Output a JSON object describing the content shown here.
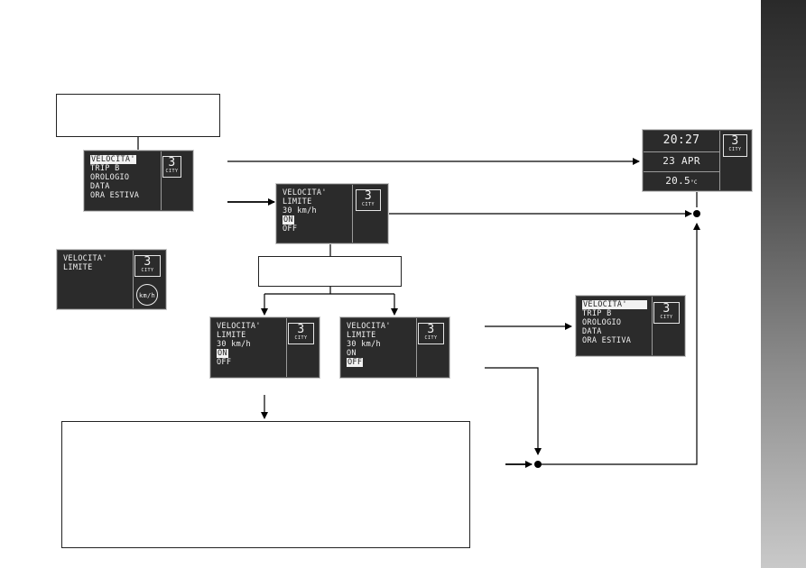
{
  "menu_screen": {
    "items": [
      "VELOCITA'",
      "TRIP B",
      "OROLOGIO",
      "DATA",
      "ORA ESTIVA"
    ],
    "badge_number": "3",
    "badge_text": "CITY"
  },
  "limit_screen": {
    "lines": [
      "VELOCITA'",
      "LIMITE",
      "30 km/h",
      "ON",
      "OFF"
    ],
    "badge_number": "3",
    "badge_text": "CITY"
  },
  "warning_screen": {
    "lines": [
      "VELOCITA'",
      "LIMITE"
    ],
    "badge_number": "3",
    "badge_text": "CITY",
    "unit_icon": "km/h"
  },
  "clock_screen": {
    "time": "20:27",
    "date": "23 APR",
    "temperature": "20.5",
    "temp_unit": "°C",
    "badge_number": "3",
    "badge_text": "CITY"
  },
  "on_screen": {
    "lines": [
      "VELOCITA'",
      "LIMITE",
      "30 km/h",
      "ON",
      "OFF"
    ],
    "badge_number": "3",
    "badge_text": "CITY"
  },
  "off_screen": {
    "lines": [
      "VELOCITA'",
      "LIMITE",
      "30 km/h",
      "ON",
      "OFF"
    ],
    "badge_number": "3",
    "badge_text": "CITY"
  },
  "menu_screen_2": {
    "items": [
      "VELOCITA'",
      "TRIP B",
      "OROLOGIO",
      "DATA",
      "ORA ESTIVA"
    ],
    "badge_number": "3",
    "badge_text": "CITY"
  }
}
